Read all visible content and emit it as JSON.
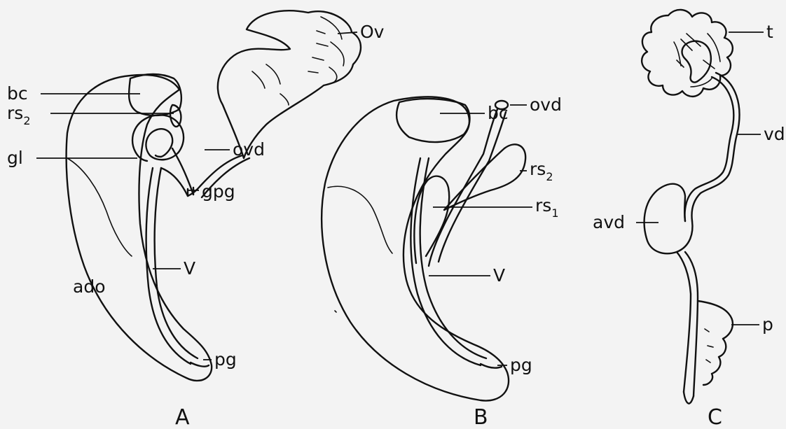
{
  "figure": {
    "A": {
      "panel_letter": "A",
      "labels": {
        "ov": "Ov",
        "bc": "bc",
        "rs2_base": "rs",
        "rs2_sub": "2",
        "gl": "gl",
        "ovd": "ovd",
        "gpg": "gpg",
        "ado": "ado",
        "v": "V",
        "pg": "pg"
      }
    },
    "B": {
      "panel_letter": "B",
      "labels": {
        "bc": "bc",
        "ovd": "ovd",
        "rs2_base": "rs",
        "rs2_sub": "2",
        "rs1_base": "rs",
        "rs1_sub": "1",
        "v": "V",
        "pg": "pg"
      }
    },
    "C": {
      "panel_letter": "C",
      "labels": {
        "t": "t",
        "vd": "vd",
        "avd": "avd",
        "p": "p"
      }
    }
  }
}
